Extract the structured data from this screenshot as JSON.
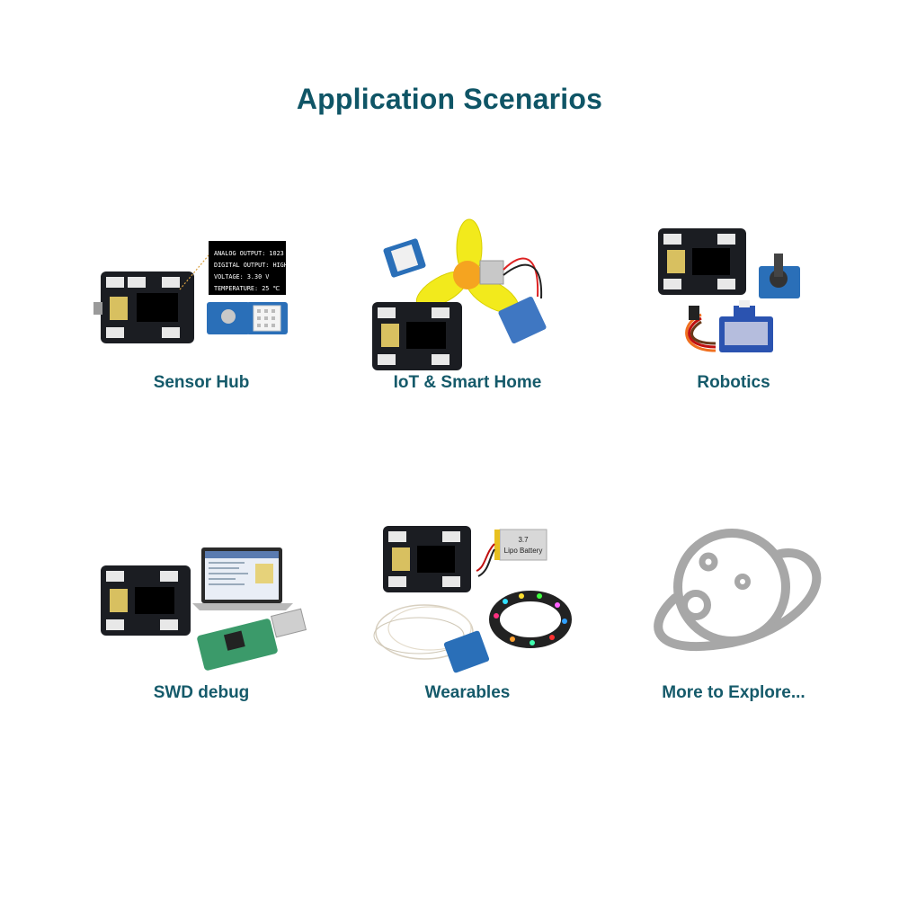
{
  "page": {
    "title": "Application Scenarios"
  },
  "scenarios": [
    {
      "label": "Sensor Hub",
      "icon": "sensor-hub-illustration",
      "display_lines": [
        "ANALOG OUTPUT: 1023",
        "DIGITAL OUTPUT: HIGH",
        "VOLTAGE: 3.30 V",
        "TEMPERATURE: 25 ℃"
      ]
    },
    {
      "label": "IoT & Smart Home",
      "icon": "iot-smart-home-illustration"
    },
    {
      "label": "Robotics",
      "icon": "robotics-illustration"
    },
    {
      "label": "SWD debug",
      "icon": "swd-debug-illustration"
    },
    {
      "label": "Wearables",
      "icon": "wearables-illustration",
      "battery_lines": [
        "3.7",
        "Lipo Battery"
      ]
    },
    {
      "label": "More to Explore...",
      "icon": "planet-icon"
    }
  ],
  "colors": {
    "title": "#0f5566",
    "label": "#155a6a",
    "board": "#1b1d22",
    "grove": "#2a6fb8",
    "planet": "#a7a7a7"
  }
}
